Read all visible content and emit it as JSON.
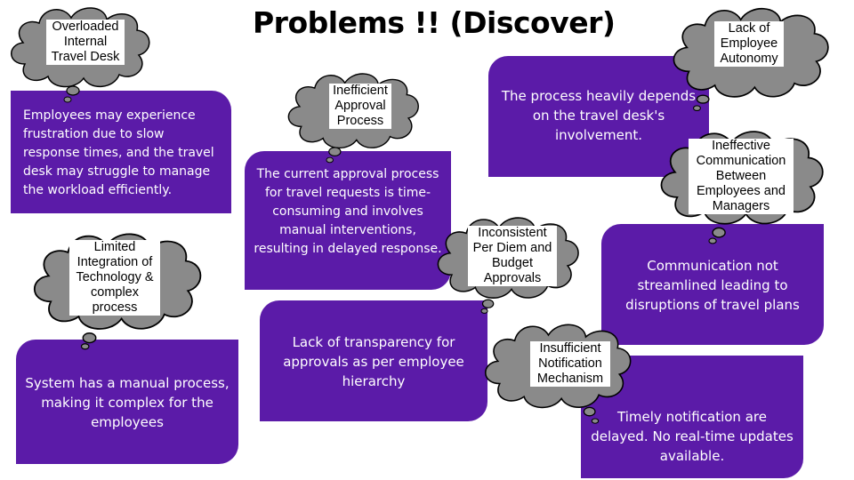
{
  "title": "Problems !! (Discover)",
  "colors": {
    "box": "#5b1ba8",
    "cloud": "#8a8a8a",
    "cloud_outline": "#000000"
  },
  "problems": [
    {
      "label": "Overloaded Internal Travel Desk",
      "description": "Employees may experience frustration due to slow response times, and the travel desk may struggle to manage the workload efficiently."
    },
    {
      "label": "Inefficient Approval Process",
      "description": "The current approval process for travel requests is time-consuming and involves manual interventions, resulting in delayed response."
    },
    {
      "label": "Lack of Employee Autonomy",
      "description": "The process heavily depends on the travel desk's involvement."
    },
    {
      "label": "Ineffective Communication Between Employees and Managers",
      "description": "Communication not streamlined leading to disruptions of travel plans"
    },
    {
      "label": "Limited Integration of Technology & complex process",
      "description": "System has a manual process, making it complex for the employees"
    },
    {
      "label": "Inconsistent Per Diem and Budget Approvals",
      "description": "Lack of transparency for approvals as per employee hierarchy"
    },
    {
      "label": "Insufficient Notification Mechanism",
      "description": "Timely notification are delayed. No real-time updates available."
    }
  ]
}
